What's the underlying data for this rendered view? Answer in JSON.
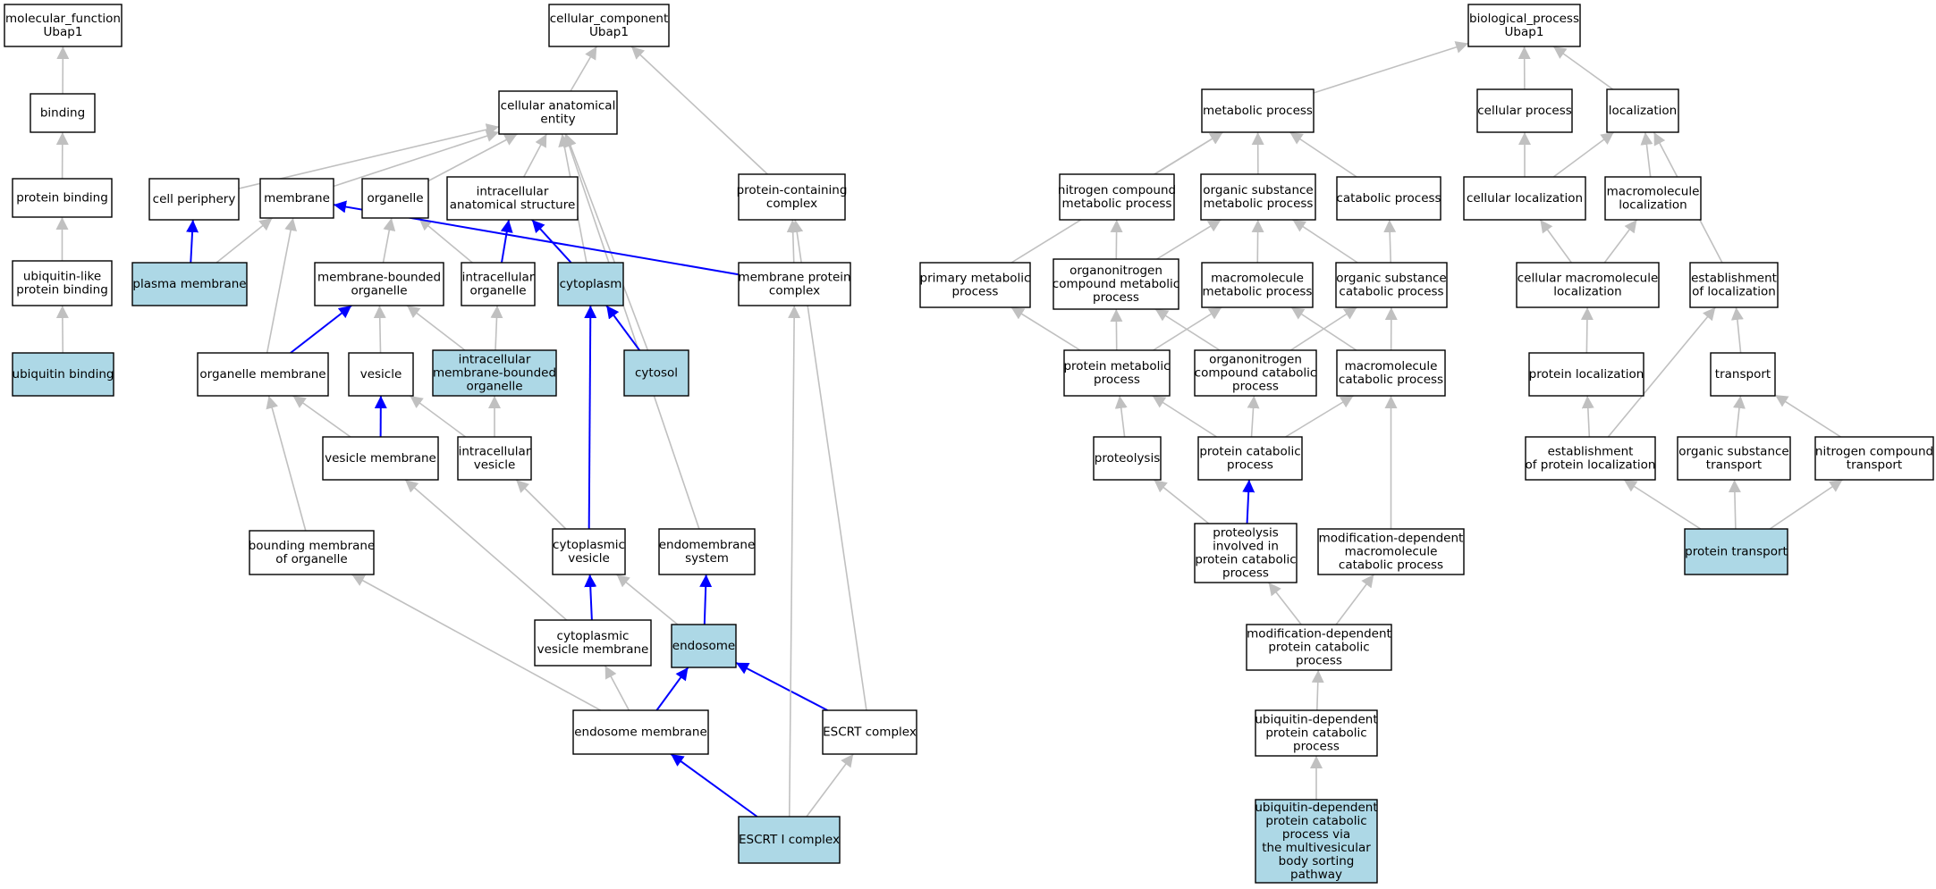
{
  "colors": {
    "highlight_fill": "#add8e6",
    "default_fill": "#ffffff",
    "grey_edge": "#c0c0c0",
    "blue_edge": "#0000ff",
    "border": "#000000"
  },
  "nodes": {
    "mf_root": {
      "label": [
        "molecular_function",
        "Ubap1"
      ],
      "highlight": false
    },
    "binding": {
      "label": [
        "binding"
      ],
      "highlight": false
    },
    "protein_binding": {
      "label": [
        "protein binding"
      ],
      "highlight": false
    },
    "ubl_binding": {
      "label": [
        "ubiquitin-like",
        "protein binding"
      ],
      "highlight": false
    },
    "ub_binding": {
      "label": [
        "ubiquitin binding"
      ],
      "highlight": true
    },
    "cc_root": {
      "label": [
        "cellular_component",
        "Ubap1"
      ],
      "highlight": false
    },
    "cae": {
      "label": [
        "cellular anatomical",
        "entity"
      ],
      "highlight": false
    },
    "cell_periphery": {
      "label": [
        "cell periphery"
      ],
      "highlight": false
    },
    "membrane": {
      "label": [
        "membrane"
      ],
      "highlight": false
    },
    "organelle": {
      "label": [
        "organelle"
      ],
      "highlight": false
    },
    "ias": {
      "label": [
        "intracellular",
        "anatomical structure"
      ],
      "highlight": false
    },
    "pcc": {
      "label": [
        "protein-containing",
        "complex"
      ],
      "highlight": false
    },
    "plasma_membrane": {
      "label": [
        "plasma membrane"
      ],
      "highlight": true
    },
    "mbo": {
      "label": [
        "membrane-bounded",
        "organelle"
      ],
      "highlight": false
    },
    "intra_org": {
      "label": [
        "intracellular",
        "organelle"
      ],
      "highlight": false
    },
    "cytoplasm": {
      "label": [
        "cytoplasm"
      ],
      "highlight": true
    },
    "mpc": {
      "label": [
        "membrane protein",
        "complex"
      ],
      "highlight": false
    },
    "org_membrane": {
      "label": [
        "organelle membrane"
      ],
      "highlight": false
    },
    "vesicle": {
      "label": [
        "vesicle"
      ],
      "highlight": false
    },
    "imbo": {
      "label": [
        "intracellular",
        "membrane-bounded",
        "organelle"
      ],
      "highlight": true
    },
    "cytosol": {
      "label": [
        "cytosol"
      ],
      "highlight": true
    },
    "vesicle_membrane": {
      "label": [
        "vesicle membrane"
      ],
      "highlight": false
    },
    "intra_vesicle": {
      "label": [
        "intracellular",
        "vesicle"
      ],
      "highlight": false
    },
    "bmo": {
      "label": [
        "bounding membrane",
        "of organelle"
      ],
      "highlight": false
    },
    "cyto_vesicle": {
      "label": [
        "cytoplasmic",
        "vesicle"
      ],
      "highlight": false
    },
    "endomembrane": {
      "label": [
        "endomembrane",
        "system"
      ],
      "highlight": false
    },
    "cvm": {
      "label": [
        "cytoplasmic",
        "vesicle membrane"
      ],
      "highlight": false
    },
    "endosome": {
      "label": [
        "endosome"
      ],
      "highlight": true
    },
    "endo_membrane": {
      "label": [
        "endosome membrane"
      ],
      "highlight": false
    },
    "escrt": {
      "label": [
        "ESCRT complex"
      ],
      "highlight": false
    },
    "escrt1": {
      "label": [
        "ESCRT I complex"
      ],
      "highlight": true
    },
    "bp_root": {
      "label": [
        "biological_process",
        "Ubap1"
      ],
      "highlight": false
    },
    "metabolic": {
      "label": [
        "metabolic process"
      ],
      "highlight": false
    },
    "cellular_process": {
      "label": [
        "cellular process"
      ],
      "highlight": false
    },
    "localization": {
      "label": [
        "localization"
      ],
      "highlight": false
    },
    "ncmp": {
      "label": [
        "nitrogen compound",
        "metabolic process"
      ],
      "highlight": false
    },
    "osmp": {
      "label": [
        "organic substance",
        "metabolic process"
      ],
      "highlight": false
    },
    "catabolic": {
      "label": [
        "catabolic process"
      ],
      "highlight": false
    },
    "cell_loc": {
      "label": [
        "cellular localization"
      ],
      "highlight": false
    },
    "macro_loc": {
      "label": [
        "macromolecule",
        "localization"
      ],
      "highlight": false
    },
    "pmp": {
      "label": [
        "primary metabolic",
        "process"
      ],
      "highlight": false
    },
    "oncmp": {
      "label": [
        "organonitrogen",
        "compound metabolic",
        "process"
      ],
      "highlight": false
    },
    "mmp": {
      "label": [
        "macromolecule",
        "metabolic process"
      ],
      "highlight": false
    },
    "oscp": {
      "label": [
        "organic substance",
        "catabolic process"
      ],
      "highlight": false
    },
    "cml": {
      "label": [
        "cellular macromolecule",
        "localization"
      ],
      "highlight": false
    },
    "eol": {
      "label": [
        "establishment",
        "of localization"
      ],
      "highlight": false
    },
    "prot_met": {
      "label": [
        "protein metabolic",
        "process"
      ],
      "highlight": false
    },
    "onccp": {
      "label": [
        "organonitrogen",
        "compound catabolic",
        "process"
      ],
      "highlight": false
    },
    "mcp": {
      "label": [
        "macromolecule",
        "catabolic process"
      ],
      "highlight": false
    },
    "prot_loc": {
      "label": [
        "protein localization"
      ],
      "highlight": false
    },
    "transport": {
      "label": [
        "transport"
      ],
      "highlight": false
    },
    "proteolysis": {
      "label": [
        "proteolysis"
      ],
      "highlight": false
    },
    "pcp": {
      "label": [
        "protein catabolic",
        "process"
      ],
      "highlight": false
    },
    "epl": {
      "label": [
        "establishment",
        "of protein localization"
      ],
      "highlight": false
    },
    "ost": {
      "label": [
        "organic substance",
        "transport"
      ],
      "highlight": false
    },
    "nct": {
      "label": [
        "nitrogen compound",
        "transport"
      ],
      "highlight": false
    },
    "pipcp": {
      "label": [
        "proteolysis",
        "involved in",
        "protein catabolic",
        "process"
      ],
      "highlight": false
    },
    "mdmcp": {
      "label": [
        "modification-dependent",
        "macromolecule",
        "catabolic process"
      ],
      "highlight": false
    },
    "prot_transport": {
      "label": [
        "protein transport"
      ],
      "highlight": true
    },
    "mdpcp": {
      "label": [
        "modification-dependent",
        "protein catabolic",
        "process"
      ],
      "highlight": false
    },
    "udpcp": {
      "label": [
        "ubiquitin-dependent",
        "protein catabolic",
        "process"
      ],
      "highlight": false
    },
    "udpcp_mvb": {
      "label": [
        "ubiquitin-dependent",
        "protein catabolic",
        "process via",
        "the multivesicular",
        "body sorting",
        "pathway"
      ],
      "highlight": true
    }
  }
}
